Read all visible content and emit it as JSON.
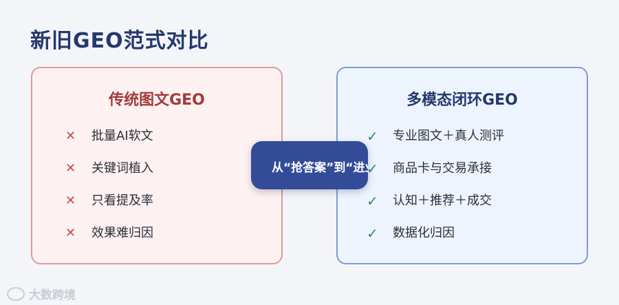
{
  "title": "新旧GEO范式对比",
  "left_card": {
    "title": "传统图文GEO",
    "mark_icon": "cross-icon",
    "mark_glyph": "✕",
    "items": [
      "批量AI软文",
      "关键词植入",
      "只看提及率",
      "效果难归因"
    ]
  },
  "right_card": {
    "title": "多模态闭环GEO",
    "mark_icon": "check-icon",
    "mark_glyph": "✓",
    "items": [
      "专业图文＋真人测评",
      "商品卡与交易承接",
      "认知＋推荐＋成交",
      "数据化归因"
    ]
  },
  "center_badge": {
    "text": "从“抢答案”到“进业务"
  },
  "watermark": {
    "text": "大数跨境"
  },
  "colors": {
    "title": "#24386e",
    "left_accent": "#a23b3b",
    "left_border": "#de9a9a",
    "right_accent": "#24386e",
    "right_border": "#7c9bd3",
    "badge_bg": "#344b98",
    "check": "#2f8a5d",
    "cross": "#c24a4a"
  }
}
